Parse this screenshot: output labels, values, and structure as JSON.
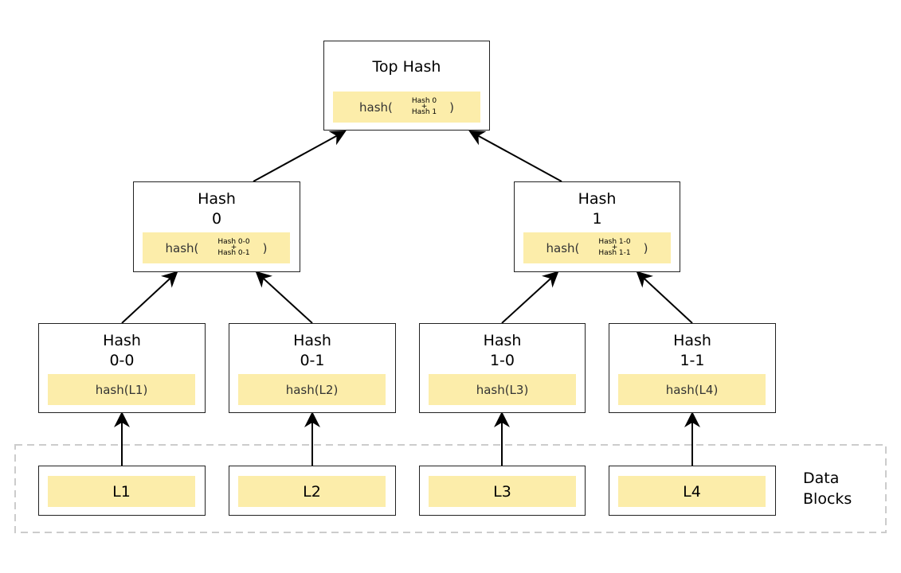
{
  "top": {
    "title": "Top Hash",
    "fn_open": "hash(",
    "fn_close": ")",
    "arg_a": "Hash 0",
    "plus": "+",
    "arg_b": "Hash 1"
  },
  "mid": [
    {
      "title_1": "Hash",
      "title_2": "0",
      "fn_open": "hash(",
      "fn_close": ")",
      "arg_a": "Hash 0-0",
      "plus": "+",
      "arg_b": "Hash 0-1"
    },
    {
      "title_1": "Hash",
      "title_2": "1",
      "fn_open": "hash(",
      "fn_close": ")",
      "arg_a": "Hash 1-0",
      "plus": "+",
      "arg_b": "Hash 1-1"
    }
  ],
  "leaves": [
    {
      "title_1": "Hash",
      "title_2": "0-0",
      "hash": "hash(L1)"
    },
    {
      "title_1": "Hash",
      "title_2": "0-1",
      "hash": "hash(L2)"
    },
    {
      "title_1": "Hash",
      "title_2": "1-0",
      "hash": "hash(L3)"
    },
    {
      "title_1": "Hash",
      "title_2": "1-1",
      "hash": "hash(L4)"
    }
  ],
  "data_blocks": {
    "label_1": "Data",
    "label_2": "Blocks",
    "items": [
      "L1",
      "L2",
      "L3",
      "L4"
    ]
  },
  "colors": {
    "fill": "#fcedaa",
    "border": "#222222",
    "dashed_border": "#cccccc"
  }
}
